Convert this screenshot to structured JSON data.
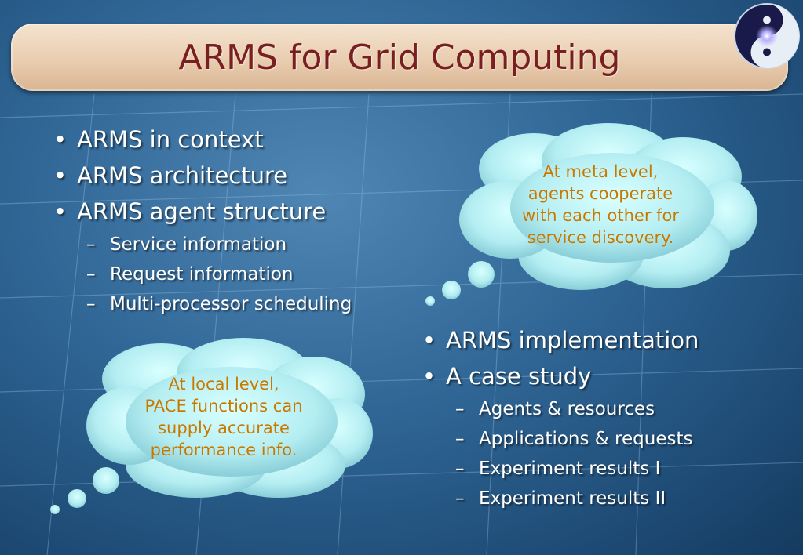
{
  "slide": {
    "title": "ARMS for Grid Computing"
  },
  "left_bullets": [
    {
      "text": "ARMS in context",
      "level": 1
    },
    {
      "text": "ARMS architecture",
      "level": 1
    },
    {
      "text": "ARMS agent structure",
      "level": 1
    },
    {
      "text": "Service information",
      "level": 2
    },
    {
      "text": "Request information",
      "level": 2
    },
    {
      "text": "Multi-processor scheduling",
      "level": 2
    }
  ],
  "right_bullets": [
    {
      "text": "ARMS implementation",
      "level": 1
    },
    {
      "text": "A case study",
      "level": 1
    },
    {
      "text": "Agents & resources",
      "level": 2
    },
    {
      "text": "Applications & requests",
      "level": 2
    },
    {
      "text": "Experiment results I",
      "level": 2
    },
    {
      "text": "Experiment results II",
      "level": 2
    }
  ],
  "clouds": {
    "meta": {
      "lines": [
        "At meta level,",
        "agents cooperate",
        "with each other for",
        "service discovery."
      ]
    },
    "local": {
      "lines": [
        "At local level,",
        "PACE functions can",
        "supply accurate",
        "performance info."
      ]
    }
  },
  "colors": {
    "title_text": "#7a1f1f",
    "cloud_text": "#c47a00",
    "bullet_text": "#ffffff"
  }
}
